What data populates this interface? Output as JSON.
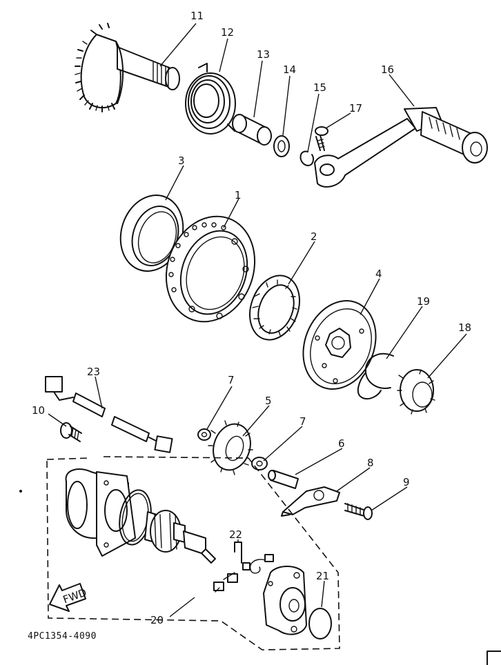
{
  "diagram": {
    "part_code": "4PC1354-4090",
    "fwd_label": "FWD",
    "callouts": {
      "c1": "1",
      "c2": "2",
      "c3": "3",
      "c4": "4",
      "c5": "5",
      "c6": "6",
      "c7a": "7",
      "c7b": "7",
      "c8": "8",
      "c9": "9",
      "c10": "10",
      "c11": "11",
      "c12": "12",
      "c13": "13",
      "c14": "14",
      "c15": "15",
      "c16": "16",
      "c17": "17",
      "c18": "18",
      "c19": "19",
      "c20": "20",
      "c21": "21",
      "c22": "22",
      "c23": "23"
    }
  }
}
